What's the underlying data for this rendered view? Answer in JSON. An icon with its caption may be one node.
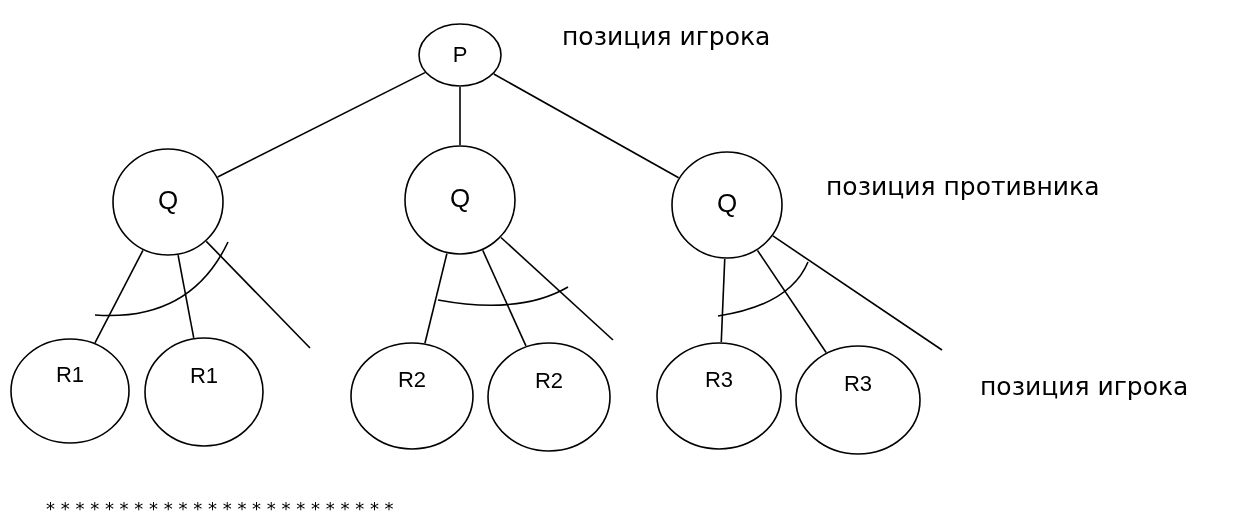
{
  "diagram": {
    "nodes": [
      {
        "text": [
          "P"
        ]
      },
      {
        "text": [
          "Q"
        ]
      },
      {
        "text": [
          "Q"
        ]
      },
      {
        "text": [
          "Q"
        ]
      },
      {
        "text": [
          "R1"
        ]
      },
      {
        "text": [
          "R1"
        ]
      },
      {
        "text": [
          "R2"
        ]
      },
      {
        "text": [
          "R2"
        ]
      },
      {
        "text": [
          "R3"
        ]
      },
      {
        "text": [
          "R3"
        ]
      }
    ],
    "edges": [
      {
        "from": 0,
        "to": 1,
        "arrow": "none"
      },
      {
        "from": 0,
        "to": 2,
        "arrow": "none"
      },
      {
        "from": 0,
        "to": 3,
        "arrow": "none"
      },
      {
        "from": 1,
        "to": 4,
        "arrow": "none"
      },
      {
        "from": 1,
        "to": 5,
        "arrow": "none"
      },
      {
        "from": 1,
        "to": null,
        "arrow": "none"
      },
      {
        "from": 2,
        "to": 6,
        "arrow": "none"
      },
      {
        "from": 2,
        "to": 7,
        "arrow": "none"
      },
      {
        "from": 2,
        "to": null,
        "arrow": "none"
      },
      {
        "from": 3,
        "to": 8,
        "arrow": "none"
      },
      {
        "from": 3,
        "to": 9,
        "arrow": "none"
      },
      {
        "from": 3,
        "to": null,
        "arrow": "none"
      }
    ],
    "labels": [
      "позиция игрока",
      "позиция противника",
      "позиция игрока",
      "* * * * * * * * * * * * * * * * * * * * * * * *"
    ]
  }
}
